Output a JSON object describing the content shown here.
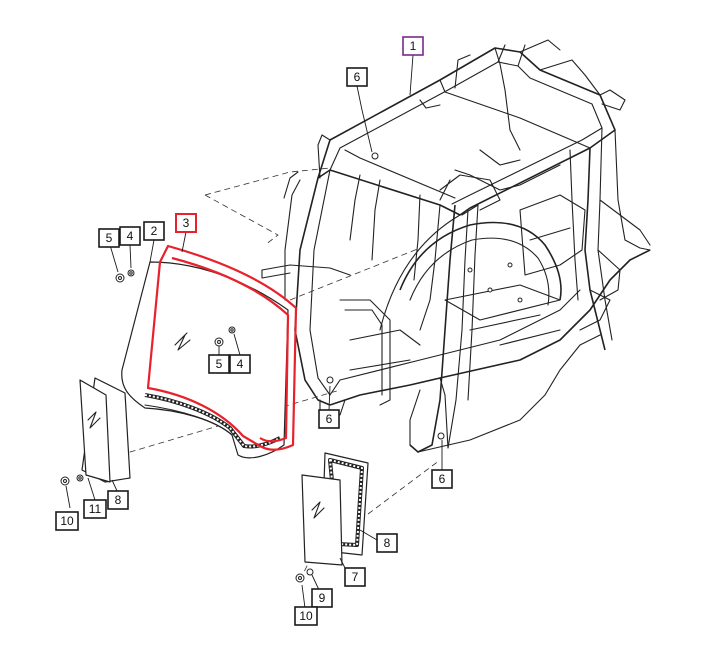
{
  "callouts": {
    "c1": "1",
    "c2": "2",
    "c3": "3",
    "c4a": "4",
    "c4b": "4",
    "c5a": "5",
    "c5b": "5",
    "c6a": "6",
    "c6b": "6",
    "c6c": "6",
    "c7": "7",
    "c8a": "8",
    "c8b": "8",
    "c9": "9",
    "c10a": "10",
    "c10b": "10",
    "c11": "11"
  },
  "colors": {
    "selected_part": "#e8212b",
    "assembly_marker": "#7a2a8c"
  }
}
